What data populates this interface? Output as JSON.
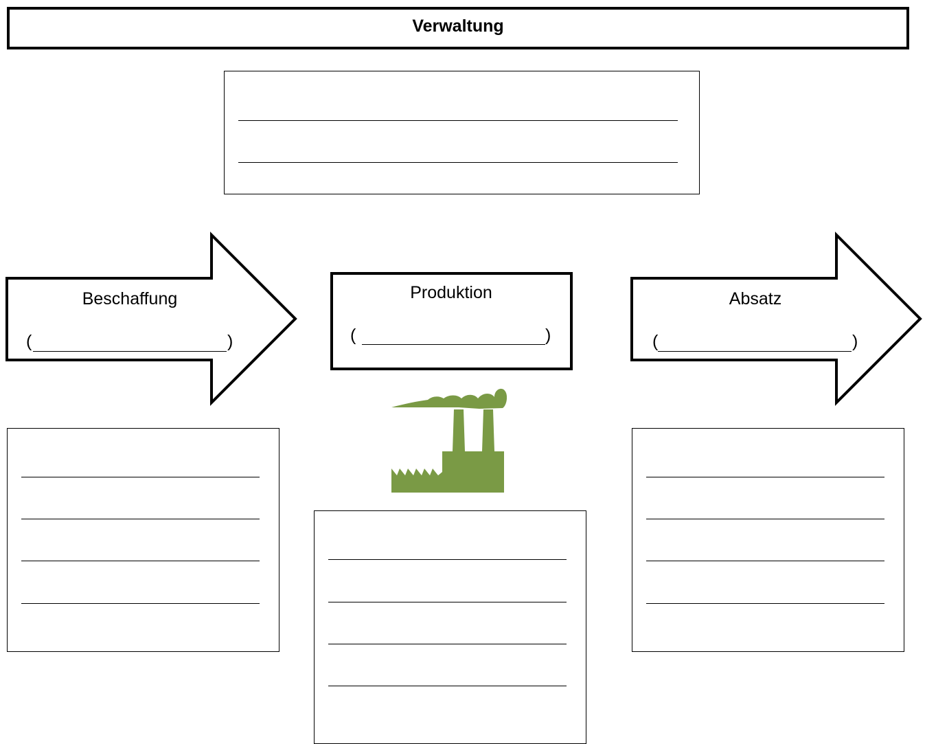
{
  "header": {
    "title": "Verwaltung"
  },
  "arrows": {
    "left": {
      "label": "Beschaffung",
      "open_paren": "(",
      "close_paren": ")"
    },
    "right": {
      "label": "Absatz",
      "open_paren": "(",
      "close_paren": ")"
    }
  },
  "production": {
    "label": "Produktion",
    "open_paren": "(",
    "close_paren": ")"
  },
  "icons": {
    "factory": "factory-icon",
    "factory_color": "#7a9a45"
  }
}
